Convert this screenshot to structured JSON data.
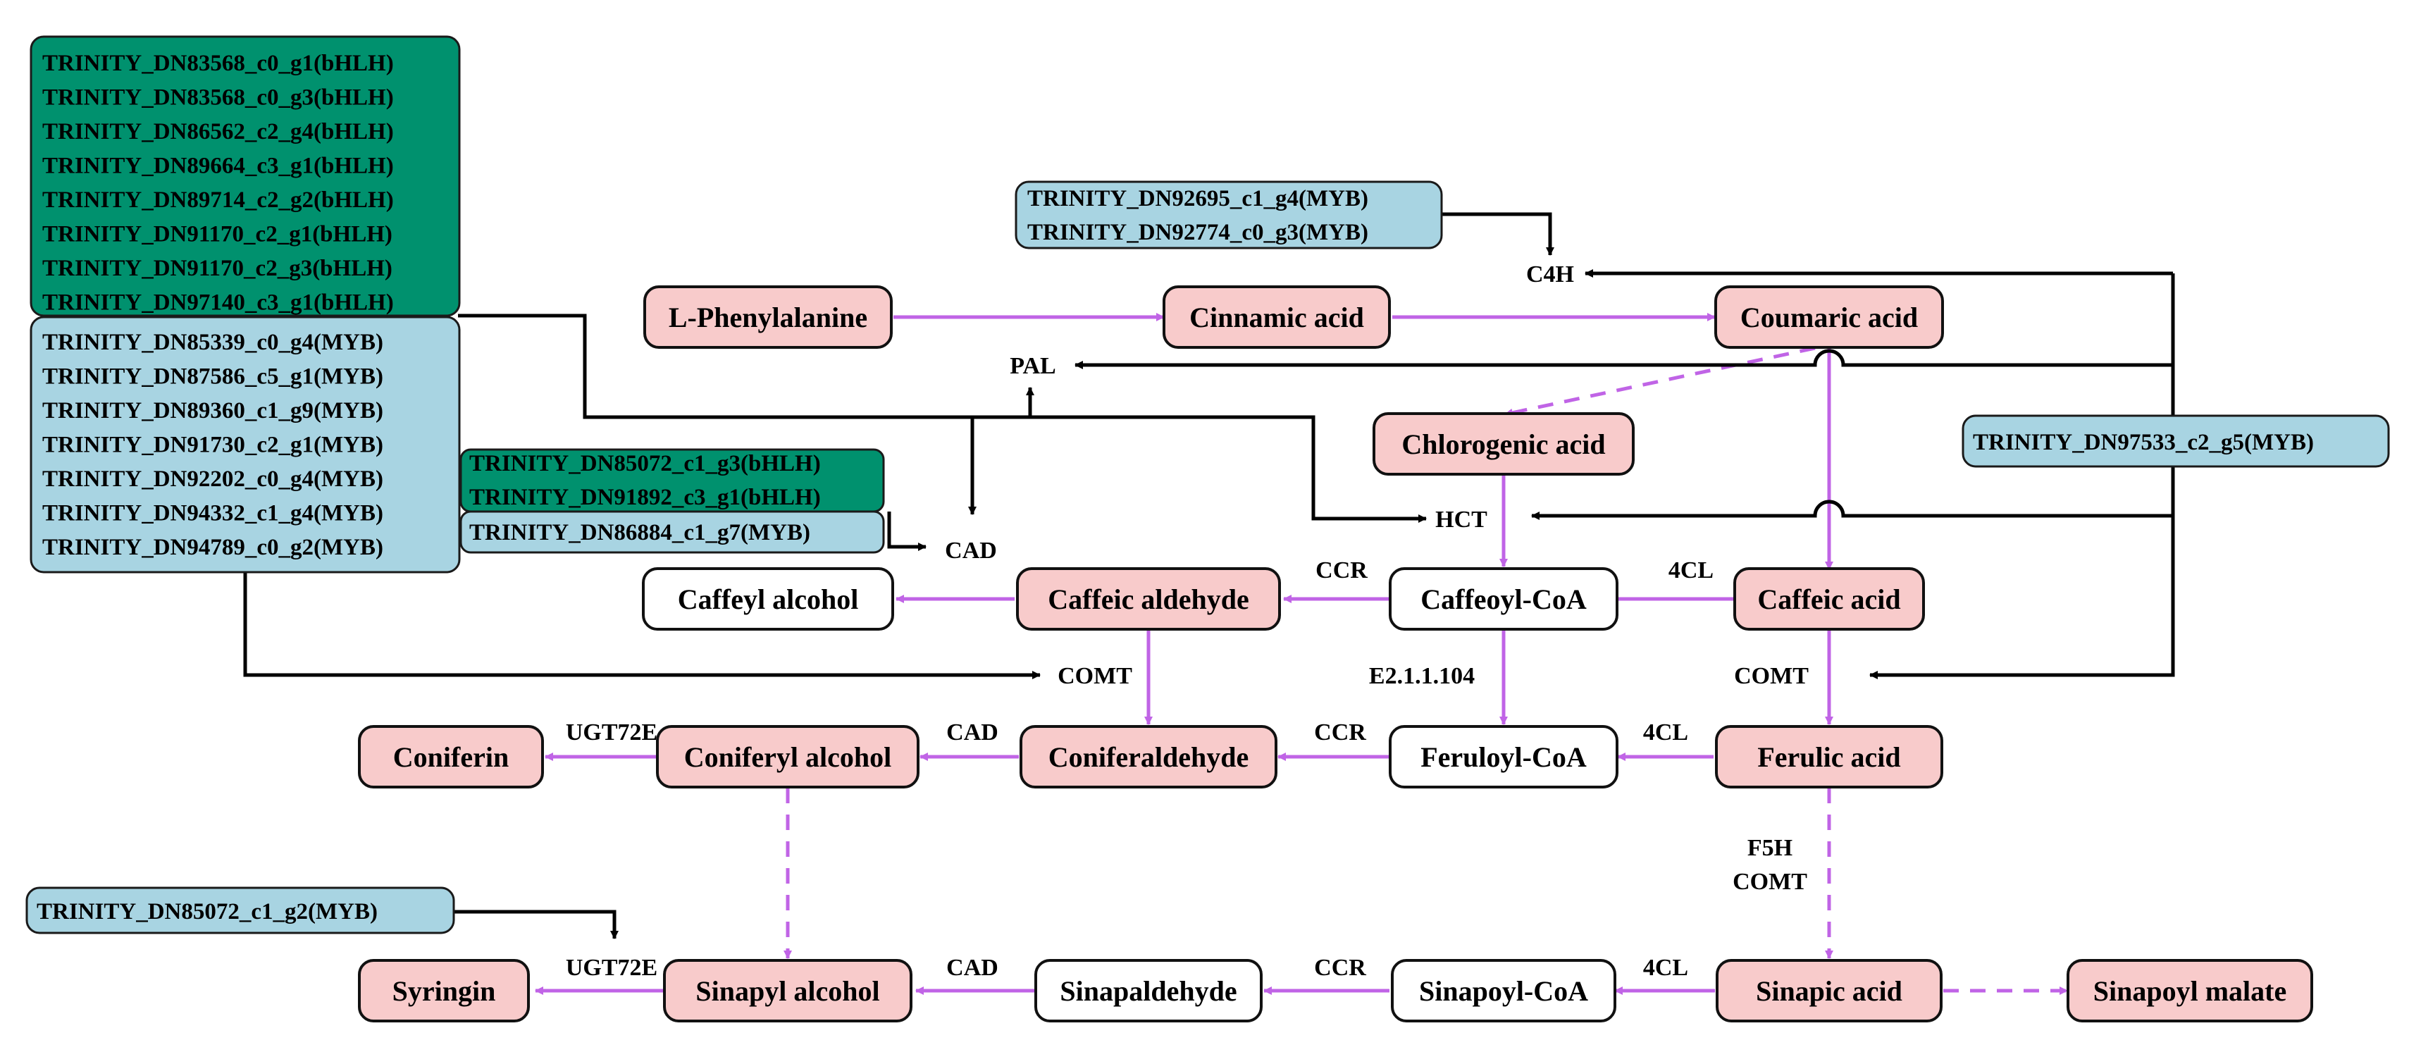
{
  "colors": {
    "pink_fill": "#F8CBCB",
    "white_fill": "#FFFFFF",
    "blue_fill": "#A8D4E2",
    "green_fill": "#00916E",
    "purple_arrow": "#C064E6",
    "black_arrow": "#000000"
  },
  "gene_groups": {
    "bhlh_top": [
      "TRINITY_DN83568_c0_g1(bHLH)",
      "TRINITY_DN83568_c0_g3(bHLH)",
      "TRINITY_DN86562_c2_g4(bHLH)",
      "TRINITY_DN89664_c3_g1(bHLH)",
      "TRINITY_DN89714_c2_g2(bHLH)",
      "TRINITY_DN91170_c2_g1(bHLH)",
      "TRINITY_DN91170_c2_g3(bHLH)",
      "TRINITY_DN97140_c3_g1(bHLH)"
    ],
    "myb_left": [
      "TRINITY_DN85339_c0_g4(MYB)",
      "TRINITY_DN87586_c5_g1(MYB)",
      "TRINITY_DN89360_c1_g9(MYB)",
      "TRINITY_DN91730_c2_g1(MYB)",
      "TRINITY_DN92202_c0_g4(MYB)",
      "TRINITY_DN94332_c1_g4(MYB)",
      "TRINITY_DN94789_c0_g2(MYB)"
    ],
    "bhlh_mid": [
      "TRINITY_DN85072_c1_g3(bHLH)",
      "TRINITY_DN91892_c3_g1(bHLH)"
    ],
    "myb_mid": [
      "TRINITY_DN86884_c1_g7(MYB)"
    ],
    "myb_top": [
      "TRINITY_DN92695_c1_g4(MYB)",
      "TRINITY_DN92774_c0_g3(MYB)"
    ],
    "myb_right": [
      "TRINITY_DN97533_c2_g5(MYB)"
    ],
    "myb_bottom": [
      "TRINITY_DN85072_c1_g2(MYB)"
    ]
  },
  "metabolites": {
    "phenylalanine": "L-Phenylalanine",
    "cinnamic": "Cinnamic acid",
    "coumaric": "Coumaric acid",
    "chlorogenic": "Chlorogenic acid",
    "caffeyl_alcohol": "Caffeyl alcohol",
    "caffeic_aldehyde": "Caffeic aldehyde",
    "caffeoyl_coa": "Caffeoyl-CoA",
    "caffeic_acid": "Caffeic acid",
    "coniferin": "Coniferin",
    "coniferyl_alcohol": "Coniferyl alcohol",
    "coniferaldehyde": "Coniferaldehyde",
    "feruloyl_coa": "Feruloyl-CoA",
    "ferulic_acid": "Ferulic acid",
    "syringin": "Syringin",
    "sinapyl_alcohol": "Sinapyl alcohol",
    "sinapaldehyde": "Sinapaldehyde",
    "sinapoyl_coa": "Sinapoyl-CoA",
    "sinapic_acid": "Sinapic acid",
    "sinapoyl_malate": "Sinapoyl malate"
  },
  "enzymes": {
    "c4h": "C4H",
    "pal": "PAL",
    "hct": "HCT",
    "cad_top": "CAD",
    "ccr_1": "CCR",
    "fourcl_1": "4CL",
    "comt_left": "COMT",
    "e2": "E2.1.1.104",
    "comt_right": "COMT",
    "ugt_1": "UGT72E",
    "cad_1": "CAD",
    "ccr_2": "CCR",
    "fourcl_2": "4CL",
    "f5h": "F5H",
    "comt_f5h": "COMT",
    "ugt_2": "UGT72E",
    "cad_2": "CAD",
    "ccr_3": "CCR",
    "fourcl_3": "4CL"
  }
}
